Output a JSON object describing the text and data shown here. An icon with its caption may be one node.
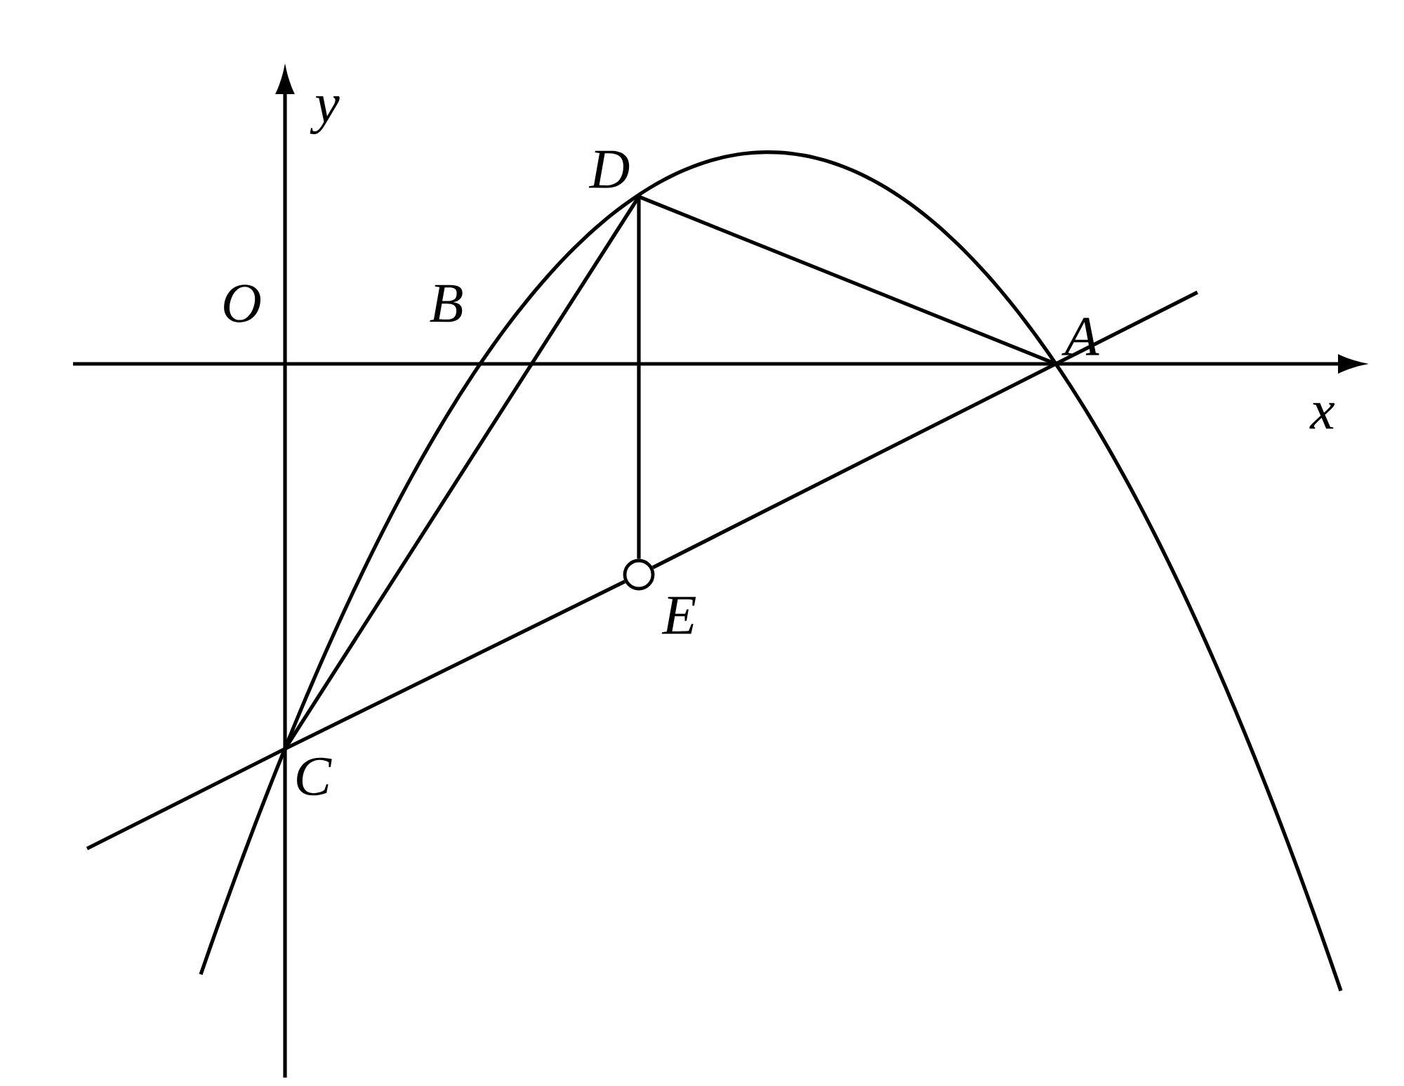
{
  "diagram": {
    "nodes": [
      {
        "text": [
          "D"
        ]
      },
      {
        "text": [
          "A"
        ]
      },
      {
        "text": [
          "E"
        ]
      },
      {
        "text": [
          "C"
        ]
      }
    ],
    "edges": [
      {
        "from": 0,
        "to": 1,
        "arrow": "none"
      },
      {
        "from": 0,
        "to": 3,
        "arrow": "none"
      },
      {
        "from": 0,
        "to": 2,
        "arrow": "none"
      },
      {
        "from": 3,
        "to": 2,
        "arrow": "none"
      },
      {
        "from": 2,
        "to": 1,
        "arrow": "none"
      }
    ],
    "labels": [
      "y",
      "O",
      "B",
      "x"
    ]
  }
}
